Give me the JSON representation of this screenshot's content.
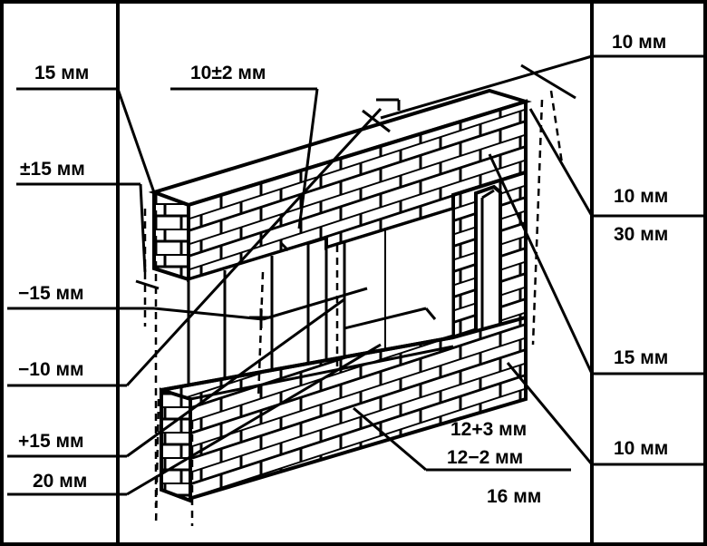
{
  "diagram": {
    "left_labels": [
      "15 мм",
      "±15 мм",
      "−15 мм",
      "−10 мм",
      "+15 мм",
      "20 мм"
    ],
    "top_label": "10±2 мм",
    "right_labels": [
      "10 мм",
      "10 мм",
      "30 мм",
      "15 мм",
      "10 мм"
    ],
    "bottom_labels": [
      "12+3 мм",
      "12−2 мм",
      "16 мм"
    ]
  }
}
